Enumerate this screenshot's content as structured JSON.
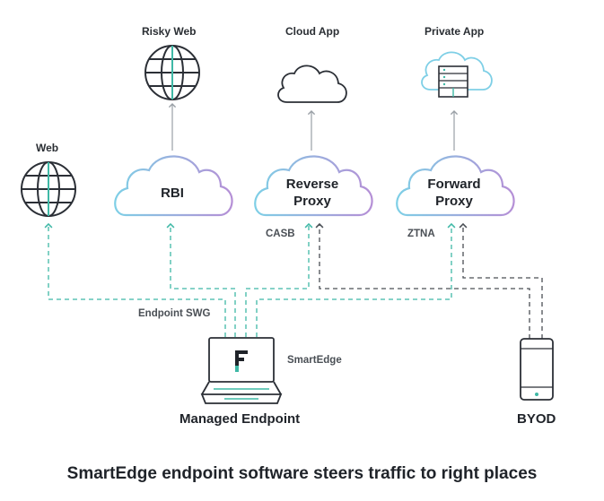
{
  "destinations": {
    "risky_web": "Risky Web",
    "cloud_app": "Cloud App",
    "private_app": "Private App",
    "web": "Web"
  },
  "services": {
    "rbi": "RBI",
    "reverse_proxy_line1": "Reverse",
    "reverse_proxy_line2": "Proxy",
    "forward_proxy_line1": "Forward",
    "forward_proxy_line2": "Proxy"
  },
  "path_tags": {
    "casb": "CASB",
    "ztna": "ZTNA",
    "endpoint_swg": "Endpoint SWG"
  },
  "devices": {
    "smartedge": "SmartEdge",
    "managed_endpoint": "Managed Endpoint",
    "byod": "BYOD"
  },
  "caption": "SmartEdge endpoint software steers traffic to right places",
  "colors": {
    "teal": "#3fb8a6",
    "dark_dash": "#4a4f55",
    "outline": "#2b2f36",
    "cloud_purple": "#b58fd6",
    "cloud_blue": "#7ecfe6"
  }
}
